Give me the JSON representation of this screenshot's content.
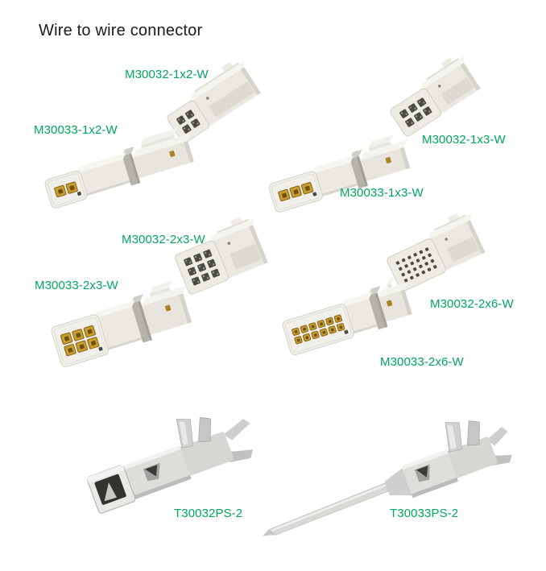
{
  "page": {
    "title": "Wire to wire connector"
  },
  "products": {
    "m30032_1x2": {
      "label": "M30032-1x2-W"
    },
    "m30033_1x2": {
      "label": "M30033-1x2-W"
    },
    "m30033_1x3": {
      "label": "M30033-1x3-W"
    },
    "m30032_1x3": {
      "label": "M30032-1x3-W"
    },
    "m30032_2x3": {
      "label": "M30032-2x3-W"
    },
    "m30033_2x3": {
      "label": "M30033-2x3-W"
    },
    "m30032_2x6": {
      "label": "M30032-2x6-W"
    },
    "m30033_2x6": {
      "label": "M30033-2x6-W"
    },
    "t30032ps_2": {
      "label": "T30032PS-2"
    },
    "t30033ps_2": {
      "label": "T30033PS-2"
    }
  },
  "colors": {
    "label_green": "#00A65C",
    "title_text": "#1B1B1B",
    "housing_white": "#EFEEE8",
    "contact_gold": "#C79D31",
    "background": "#FFFFFF"
  }
}
